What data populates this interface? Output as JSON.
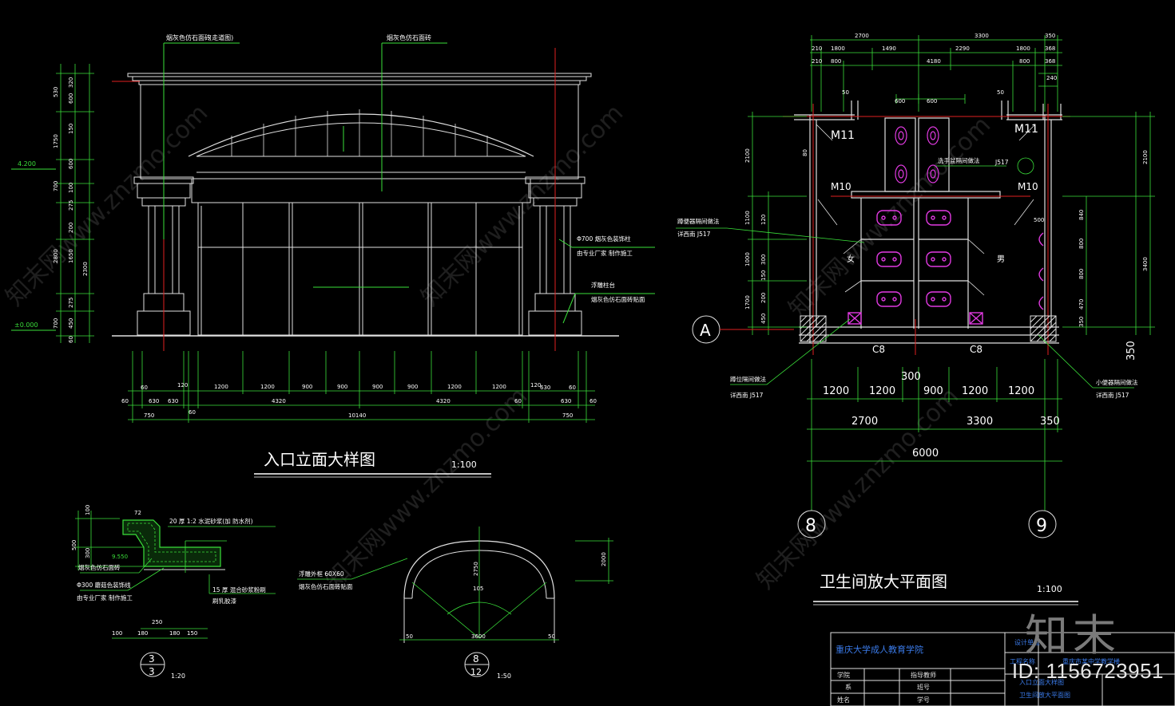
{
  "watermark": {
    "text": "知末网www.znzmo.com",
    "brand": "知末",
    "id_text": "ID: 1156723951"
  },
  "elevation": {
    "title": "入口立面大样图",
    "scale": "1:100",
    "top_notes": [
      "烟灰色仿石面砖",
      "(走道图)",
      "烟灰色仿石面砖"
    ],
    "right_notes": [
      "Φ700 烟灰色装饰柱",
      "由专业厂家 制作施工",
      "浮雕柱台",
      "烟灰色仿石面砖贴面"
    ],
    "level_marks": [
      "4.200",
      "±0.000"
    ],
    "left_dims": [
      "320",
      "600",
      "530",
      "150",
      "1750",
      "600",
      "700",
      "100",
      "275",
      "200",
      "2800",
      "1650",
      "2300",
      "275",
      "450",
      "700",
      "60"
    ],
    "bottom_row1": [
      "60",
      "630",
      "120",
      "1200",
      "1200",
      "900",
      "900",
      "900",
      "900",
      "1200",
      "1200",
      "120",
      "630",
      "60"
    ],
    "bottom_row2": [
      "60",
      "630",
      "60",
      "4320",
      "4320",
      "60",
      "630",
      "60"
    ],
    "bottom_row3": [
      "750",
      "10140",
      "750"
    ]
  },
  "plan": {
    "title": "卫生间放大平面图",
    "scale": "1:100",
    "door_labels": [
      "M11",
      "M11",
      "M10",
      "M10"
    ],
    "window_labels": [
      "C8",
      "C8"
    ],
    "axis_labels": [
      "A",
      "8",
      "9"
    ],
    "gender_labels": [
      "女",
      "男"
    ],
    "top_dims_row1": [
      "2700",
      "3300",
      "350"
    ],
    "top_dims_row2": [
      "210",
      "1800",
      "1490",
      "2290",
      "1800",
      "368"
    ],
    "top_dims_row3": [
      "210",
      "800",
      "4180",
      "800",
      "368"
    ],
    "inner_dims": [
      "600",
      "600",
      "50",
      "50",
      "240"
    ],
    "left_dims": [
      "2100",
      "1100",
      "1000",
      "1700",
      "450",
      "120",
      "80",
      "150",
      "200",
      "300"
    ],
    "right_dims": [
      "2100",
      "3400",
      "840",
      "800",
      "800",
      "470",
      "350",
      "500"
    ],
    "bottom_dims_row1": [
      "1200",
      "1200",
      "900",
      "1200",
      "1200"
    ],
    "bottom_dims_row2": [
      "2700",
      "3300",
      "350"
    ],
    "bottom_total": "6000",
    "mid_dim": "300",
    "side_350": "350",
    "notes": [
      "蹲便器隔间做法",
      "详西南 J517",
      "洗手盆隔间做法",
      "J517",
      "蹲位隔间做法",
      "详西南 J517",
      "小便器隔间做法",
      "详西南 J517"
    ]
  },
  "detail3": {
    "notes": [
      "20 厚 1:2 水泥砂浆(加 防水剂)",
      "15 厚 混合砂浆粉刷",
      "烟灰色仿石面砖",
      "Φ300 蘑菇色装饰线",
      "由专业厂家 制作施工",
      "刷乳胶漆"
    ],
    "level": "9.550",
    "dims": [
      "100",
      "500",
      "300",
      "250",
      "100",
      "180",
      "180",
      "150",
      "72"
    ],
    "label_top": "3",
    "label_bottom": "3",
    "scale": "1:20"
  },
  "detail8": {
    "notes": [
      "浮雕外框 60X60",
      "烟灰色仿石面砖贴面"
    ],
    "dims": [
      "2750",
      "105",
      "3600",
      "50",
      "50",
      "2000"
    ],
    "label_top": "8",
    "label_bottom": "12",
    "scale": "1:50"
  },
  "title_block": {
    "school": "重庆大学成人教育学院",
    "rows": [
      "设计单位",
      "工程名称",
      "重庆市某中学教学楼",
      "入口立面大样图",
      "卫生间放大平面图"
    ],
    "cells": [
      "学院",
      "指导教师",
      "系",
      "班号",
      "姓名",
      "学号"
    ]
  }
}
